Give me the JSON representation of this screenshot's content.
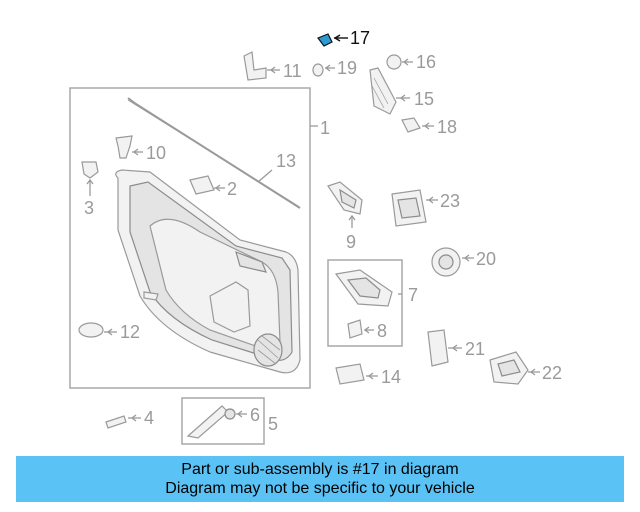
{
  "diagram": {
    "callouts": [
      {
        "id": "1",
        "text": "1"
      },
      {
        "id": "2",
        "text": "2"
      },
      {
        "id": "3",
        "text": "3"
      },
      {
        "id": "4",
        "text": "4"
      },
      {
        "id": "5",
        "text": "5"
      },
      {
        "id": "6",
        "text": "6"
      },
      {
        "id": "7",
        "text": "7"
      },
      {
        "id": "8",
        "text": "8"
      },
      {
        "id": "9",
        "text": "9"
      },
      {
        "id": "10",
        "text": "10"
      },
      {
        "id": "11",
        "text": "11"
      },
      {
        "id": "12",
        "text": "12"
      },
      {
        "id": "13",
        "text": "13"
      },
      {
        "id": "14",
        "text": "14"
      },
      {
        "id": "15",
        "text": "15"
      },
      {
        "id": "16",
        "text": "16"
      },
      {
        "id": "17",
        "text": "17"
      },
      {
        "id": "18",
        "text": "18"
      },
      {
        "id": "19",
        "text": "19"
      },
      {
        "id": "20",
        "text": "20"
      },
      {
        "id": "21",
        "text": "21"
      },
      {
        "id": "22",
        "text": "22"
      },
      {
        "id": "23",
        "text": "23"
      }
    ],
    "highlighted_part": "17",
    "highlight_color": "#2a9bd6"
  },
  "banner": {
    "line1": "Part or sub-assembly is #17 in diagram",
    "line2": "Diagram may not be specific to your vehicle",
    "background": "#5bc2f5"
  }
}
